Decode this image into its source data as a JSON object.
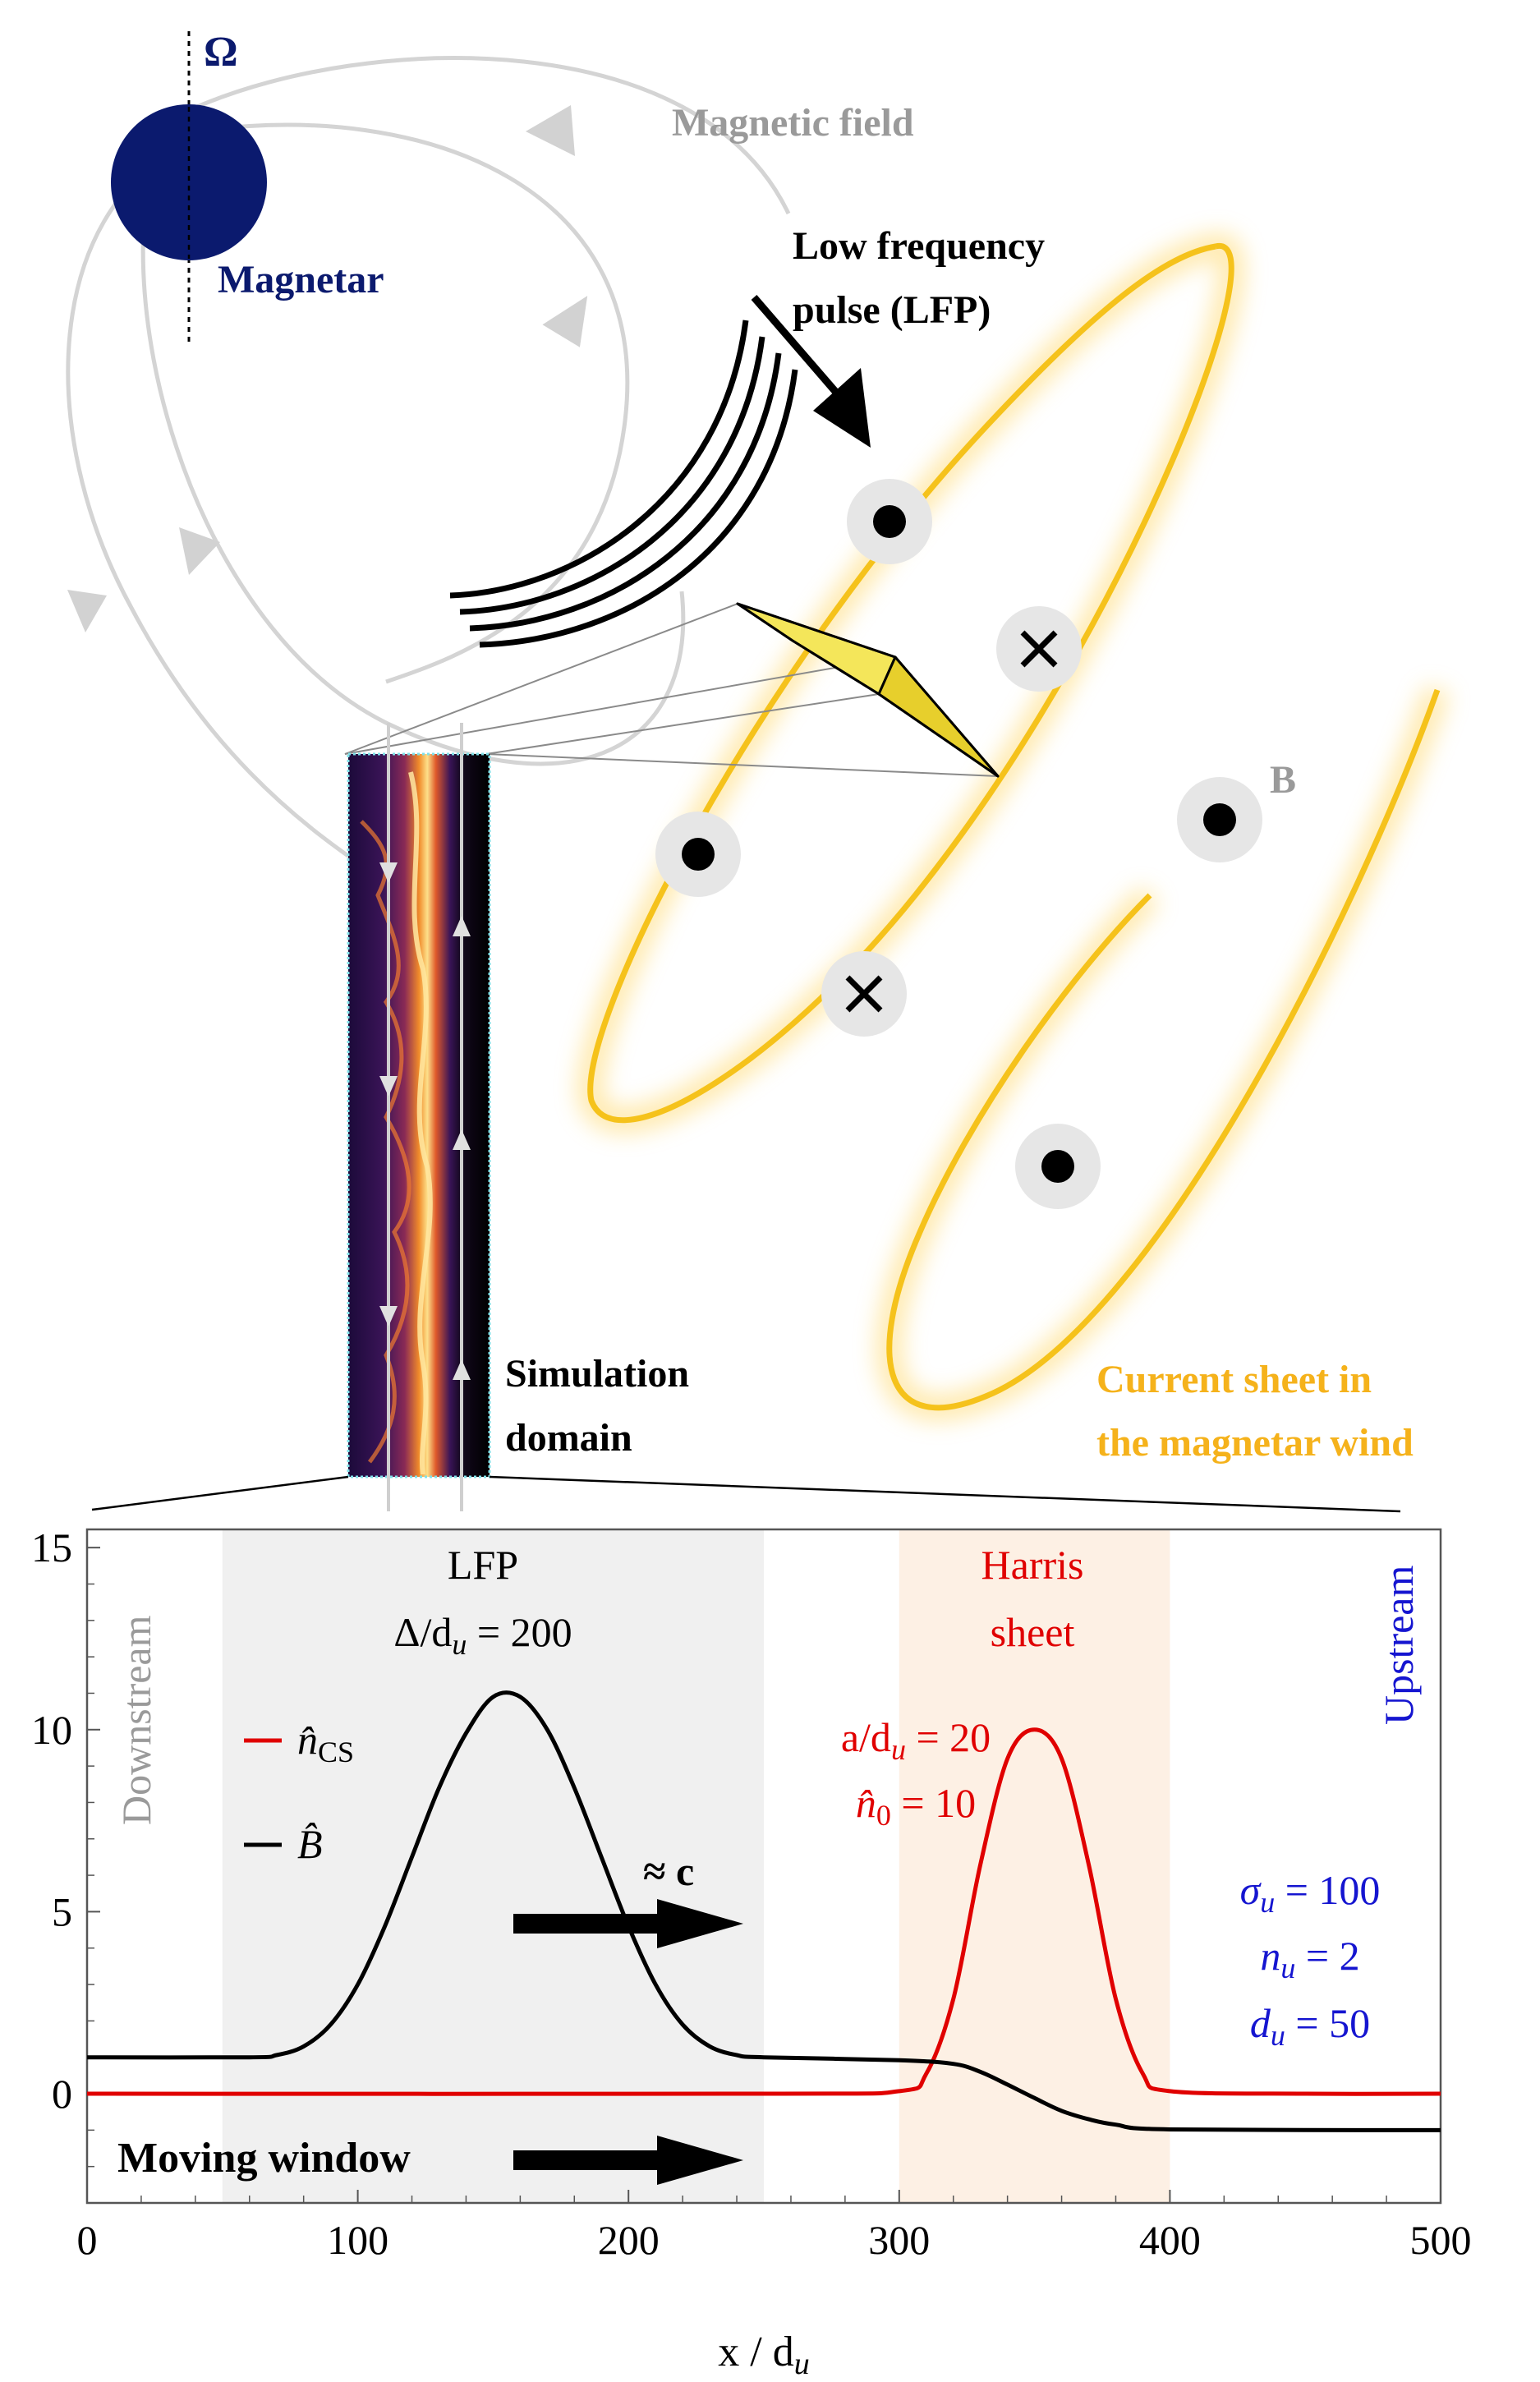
{
  "diagram": {
    "omega_label": "Ω",
    "magnetar_label": "Magnetar",
    "magnetic_field_label": "Magnetic field",
    "lfp_label_line1": "Low frequency",
    "lfp_label_line2": "pulse (LFP)",
    "b_label": "B",
    "sim_label_line1": "Simulation",
    "sim_label_line2": "domain",
    "cs_label_line1": "Current sheet in",
    "cs_label_line2": "the magnetar wind"
  },
  "chart_data": {
    "type": "line",
    "xlabel": "x / d_u",
    "xlim": [
      0,
      500
    ],
    "ylim": [
      -3,
      15.5
    ],
    "xticks": [
      0,
      100,
      200,
      300,
      400,
      500
    ],
    "yticks": [
      0,
      5,
      10,
      15
    ],
    "regions": [
      {
        "name": "LFP",
        "x": [
          50,
          250
        ],
        "color": "#f0f0f0"
      },
      {
        "name": "Harris sheet",
        "x": [
          300,
          400
        ],
        "color": "#fdf0e4"
      }
    ],
    "series": [
      {
        "name": "n̂_CS",
        "color": "#e00000",
        "x": [
          0,
          250,
          300,
          310,
          320,
          330,
          340,
          350,
          360,
          370,
          380,
          390,
          400,
          450,
          500
        ],
        "y": [
          0,
          0,
          0.07,
          0.55,
          2.6,
          6.3,
          9.2,
          10,
          9.2,
          6.3,
          2.6,
          0.55,
          0.07,
          0,
          0
        ]
      },
      {
        "name": "B̂",
        "color": "#000000",
        "x": [
          0,
          60,
          70,
          80,
          90,
          100,
          110,
          120,
          130,
          140,
          150,
          160,
          170,
          180,
          190,
          200,
          210,
          220,
          230,
          240,
          250,
          300,
          320,
          330,
          340,
          350,
          360,
          370,
          380,
          400,
          500
        ],
        "y": [
          1,
          1,
          1.06,
          1.3,
          1.9,
          3.0,
          4.6,
          6.5,
          8.4,
          9.9,
          10.9,
          10.9,
          10.0,
          8.4,
          6.5,
          4.6,
          3.0,
          1.9,
          1.3,
          1.06,
          1,
          0.92,
          0.82,
          0.6,
          0.25,
          -0.12,
          -0.47,
          -0.7,
          -0.85,
          -0.98,
          -1
        ]
      }
    ],
    "annotations": {
      "downstream": "Downstream",
      "upstream": "Upstream",
      "lfp_title": "LFP",
      "lfp_width_lhs": "Δ/d",
      "lfp_width_sub": "u",
      "lfp_width_rhs": " = 200",
      "harris_line1": "Harris",
      "harris_line2": "sheet",
      "a_lhs": "a/d",
      "a_sub": "u",
      "a_rhs": " = 20",
      "n0_lhs": "n̂",
      "n0_sub": "0",
      "n0_rhs": " = 10",
      "sigma_lhs": "σ",
      "sigma_sub": "u",
      "sigma_rhs": " = 100",
      "nu_lhs": "n",
      "nu_sub": "u",
      "nu_rhs": " = 2",
      "du_lhs": "d",
      "du_sub": "u",
      "du_rhs": " = 50",
      "speed": "≈ c",
      "moving_window": "Moving window",
      "legend_ncs": "n̂",
      "legend_ncs_sub": "CS",
      "legend_b": "B̂",
      "xlabel_main": "x / d",
      "xlabel_sub": "u"
    }
  }
}
